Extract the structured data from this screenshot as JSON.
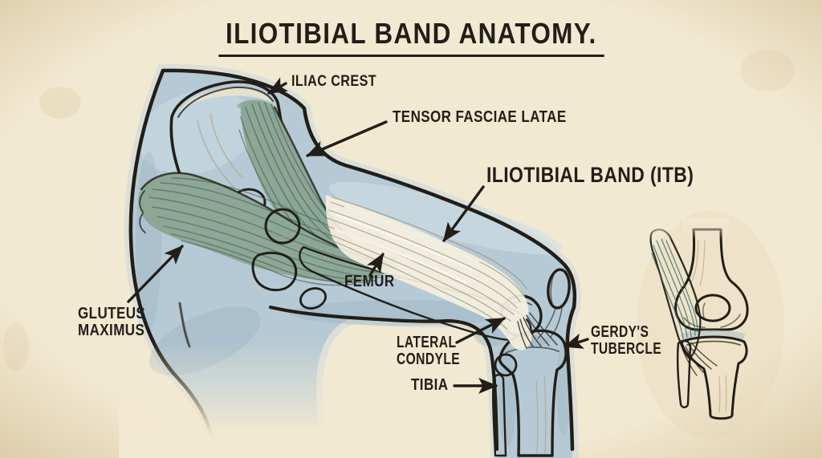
{
  "title": "ILIOTIBIAL BAND ANATOMY.",
  "labels": {
    "iliac_crest": "ILIAC CREST",
    "tensor_fasciae_latae": "TENSOR FASCIAE LATAE",
    "iliotibial_band": "ILIOTIBIAL BAND (ITB)",
    "femur": "FEMUR",
    "gluteus_maximus": [
      "GLUTEUS",
      "MAXIMUS"
    ],
    "lateral_condyle": [
      "LATERAL",
      "CONDYLE"
    ],
    "gerdys_tubercle": [
      "GERDY'S",
      "TUBERCLE"
    ],
    "tibia": "TIBIA"
  },
  "colors": {
    "paper": "#f2e9d2",
    "ink": "#221e17",
    "body_wash": "#b6cad5",
    "body_wash_light": "#cfdde4",
    "body_wash_deep": "#8fa9ba",
    "bone": "#e3d3ae",
    "bone_light": "#f0e6cc",
    "bone_shade": "#b09a75",
    "muscle_green": "#8ca796",
    "muscle_fiber": "#4d6a5e",
    "itb_cream": "#f4efdf",
    "itb_fiber": "#8e8469",
    "inset_teal": "#6aa29b",
    "inset_teal_dark": "#2f6b64"
  }
}
